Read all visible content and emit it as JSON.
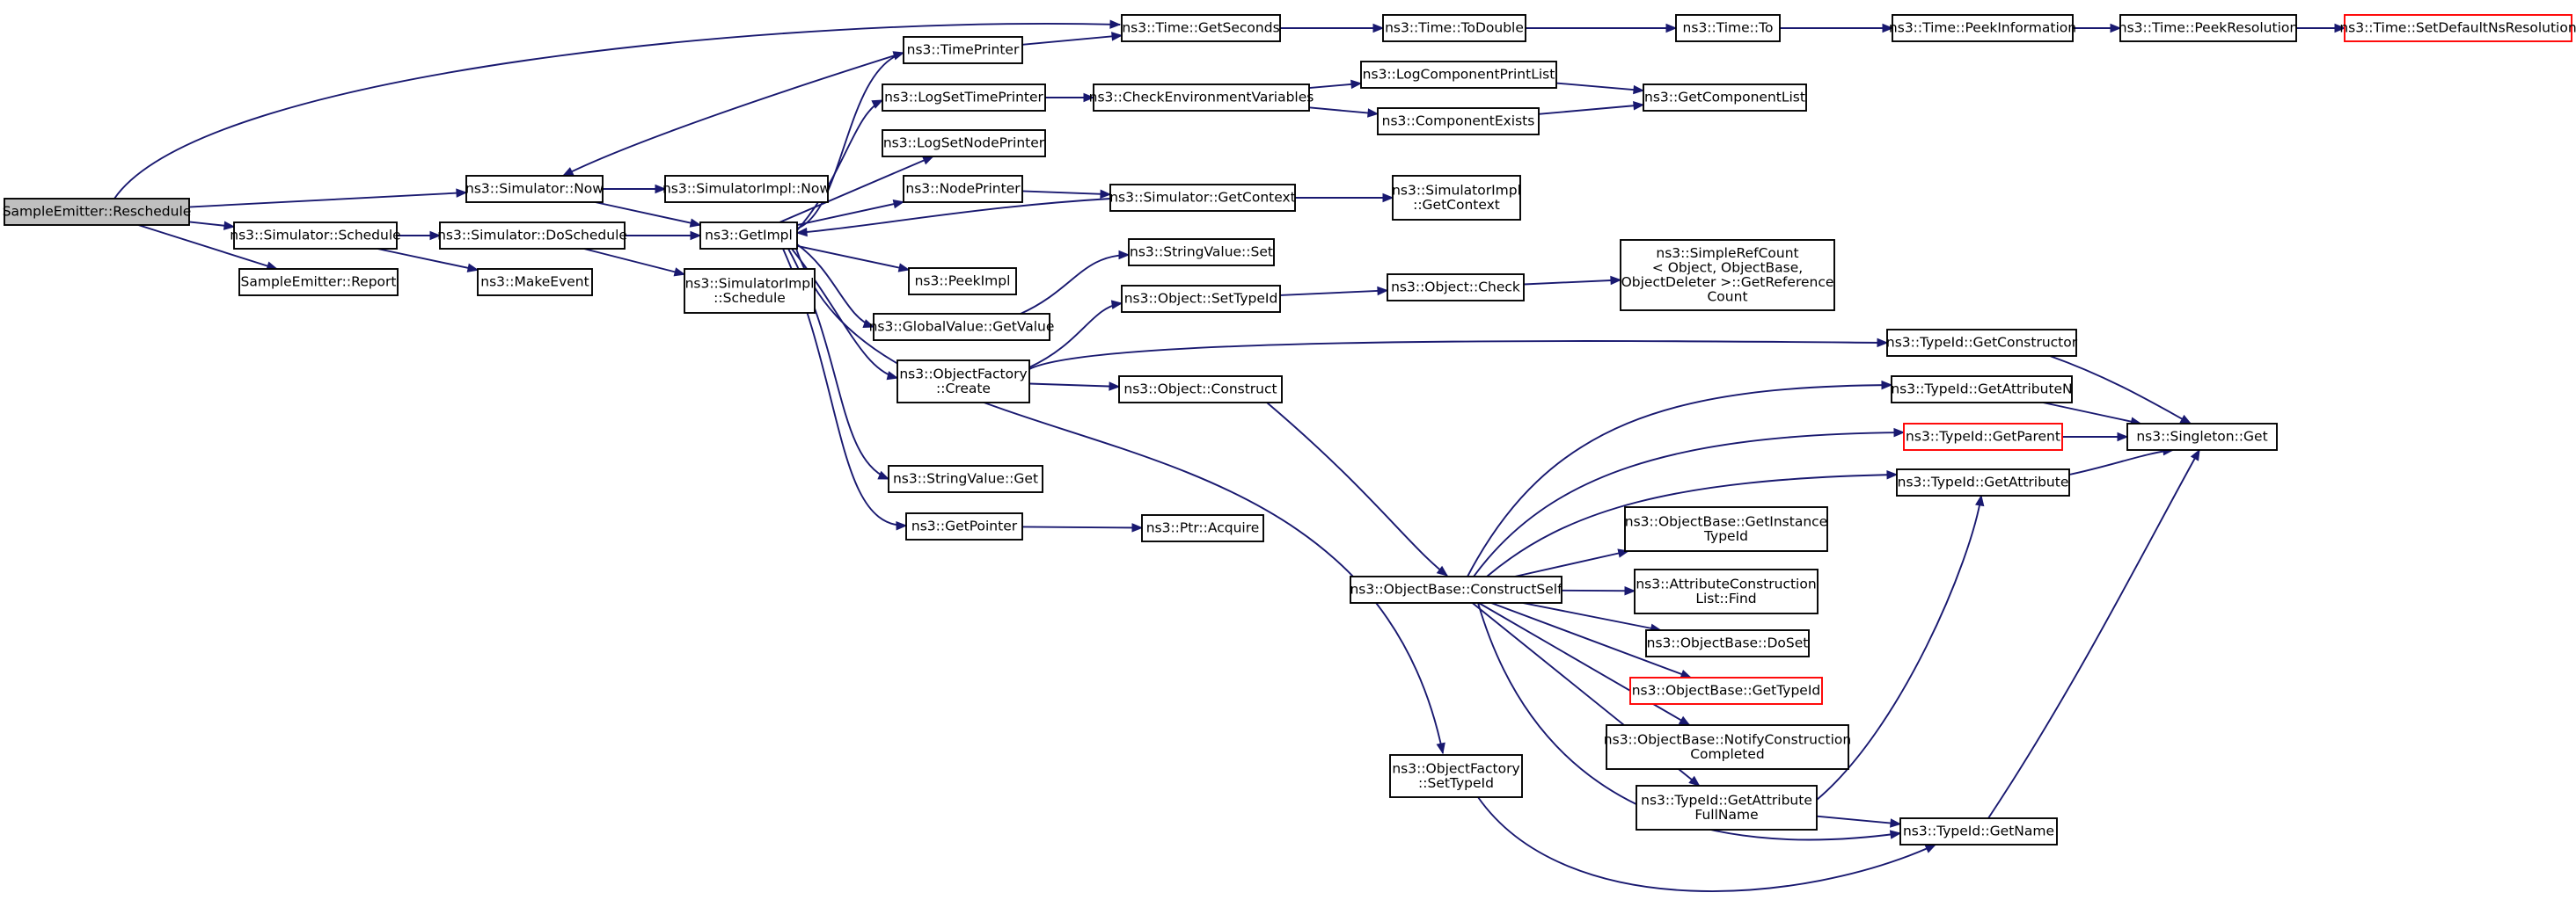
{
  "nodes": [
    {
      "id": "reschedule",
      "lines": [
        "SampleEmitter::Reschedule"
      ],
      "root": true
    },
    {
      "id": "sim_schedule",
      "lines": [
        "ns3::Simulator::Schedule"
      ]
    },
    {
      "id": "report",
      "lines": [
        "SampleEmitter::Report"
      ]
    },
    {
      "id": "sim_now",
      "lines": [
        "ns3::Simulator::Now"
      ]
    },
    {
      "id": "simimpl_now",
      "lines": [
        "ns3::SimulatorImpl::Now"
      ]
    },
    {
      "id": "do_schedule",
      "lines": [
        "ns3::Simulator::DoSchedule"
      ]
    },
    {
      "id": "make_event",
      "lines": [
        "ns3::MakeEvent"
      ]
    },
    {
      "id": "get_impl",
      "lines": [
        "ns3::GetImpl"
      ]
    },
    {
      "id": "simimpl_schedule",
      "lines": [
        "ns3::SimulatorImpl",
        "::Schedule"
      ]
    },
    {
      "id": "time_printer",
      "lines": [
        "ns3::TimePrinter"
      ]
    },
    {
      "id": "log_set_time_printer",
      "lines": [
        "ns3::LogSetTimePrinter"
      ]
    },
    {
      "id": "log_set_node_printer",
      "lines": [
        "ns3::LogSetNodePrinter"
      ]
    },
    {
      "id": "node_printer",
      "lines": [
        "ns3::NodePrinter"
      ]
    },
    {
      "id": "peek_impl",
      "lines": [
        "ns3::PeekImpl"
      ]
    },
    {
      "id": "global_get_value",
      "lines": [
        "ns3::GlobalValue::GetValue"
      ]
    },
    {
      "id": "object_factory_create",
      "lines": [
        "ns3::ObjectFactory",
        "::Create"
      ]
    },
    {
      "id": "string_value_get",
      "lines": [
        "ns3::StringValue::Get"
      ]
    },
    {
      "id": "get_pointer",
      "lines": [
        "ns3::GetPointer"
      ]
    },
    {
      "id": "time_get_seconds",
      "lines": [
        "ns3::Time::GetSeconds"
      ]
    },
    {
      "id": "time_to_double",
      "lines": [
        "ns3::Time::ToDouble"
      ]
    },
    {
      "id": "time_to",
      "lines": [
        "ns3::Time::To"
      ]
    },
    {
      "id": "time_peek_information",
      "lines": [
        "ns3::Time::PeekInformation"
      ]
    },
    {
      "id": "time_peek_resolution",
      "lines": [
        "ns3::Time::PeekResolution"
      ]
    },
    {
      "id": "time_set_default",
      "lines": [
        "ns3::Time::SetDefaultNsResolution"
      ],
      "truncated": true
    },
    {
      "id": "check_env_vars",
      "lines": [
        "ns3::CheckEnvironmentVariables"
      ]
    },
    {
      "id": "log_component_print_list",
      "lines": [
        "ns3::LogComponentPrintList"
      ]
    },
    {
      "id": "component_exists",
      "lines": [
        "ns3::ComponentExists"
      ]
    },
    {
      "id": "get_component_list",
      "lines": [
        "ns3::GetComponentList"
      ]
    },
    {
      "id": "sim_get_context",
      "lines": [
        "ns3::Simulator::GetContext"
      ]
    },
    {
      "id": "simimpl_get_context",
      "lines": [
        "ns3::SimulatorImpl",
        "::GetContext"
      ]
    },
    {
      "id": "string_value_set",
      "lines": [
        "ns3::StringValue::Set"
      ]
    },
    {
      "id": "object_set_type_id",
      "lines": [
        "ns3::Object::SetTypeId"
      ]
    },
    {
      "id": "object_check",
      "lines": [
        "ns3::Object::Check"
      ]
    },
    {
      "id": "simple_ref_count",
      "lines": [
        "ns3::SimpleRefCount",
        "< Object, ObjectBase,",
        "ObjectDeleter >::GetReference",
        "Count"
      ]
    },
    {
      "id": "object_construct",
      "lines": [
        "ns3::Object::Construct"
      ]
    },
    {
      "id": "ptr_acquire",
      "lines": [
        "ns3::Ptr::Acquire"
      ]
    },
    {
      "id": "typeid_get_constructor",
      "lines": [
        "ns3::TypeId::GetConstructor"
      ]
    },
    {
      "id": "typeid_get_attribute_n",
      "lines": [
        "ns3::TypeId::GetAttributeN"
      ]
    },
    {
      "id": "typeid_get_parent",
      "lines": [
        "ns3::TypeId::GetParent"
      ],
      "truncated": true
    },
    {
      "id": "typeid_get_attribute",
      "lines": [
        "ns3::TypeId::GetAttribute"
      ]
    },
    {
      "id": "singleton_get",
      "lines": [
        "ns3::Singleton::Get"
      ]
    },
    {
      "id": "objbase_get_instance_typeid",
      "lines": [
        "ns3::ObjectBase::GetInstance",
        "TypeId"
      ]
    },
    {
      "id": "objbase_construct_self",
      "lines": [
        "ns3::ObjectBase::ConstructSelf"
      ]
    },
    {
      "id": "attr_construction_find",
      "lines": [
        "ns3::AttributeConstruction",
        "List::Find"
      ]
    },
    {
      "id": "objbase_do_set",
      "lines": [
        "ns3::ObjectBase::DoSet"
      ]
    },
    {
      "id": "objbase_get_typeid",
      "lines": [
        "ns3::ObjectBase::GetTypeId"
      ],
      "truncated": true
    },
    {
      "id": "objbase_notify_construction",
      "lines": [
        "ns3::ObjectBase::NotifyConstruction",
        "Completed"
      ]
    },
    {
      "id": "object_factory_set_typeid",
      "lines": [
        "ns3::ObjectFactory",
        "::SetTypeId"
      ]
    },
    {
      "id": "typeid_get_attribute_fullname",
      "lines": [
        "ns3::TypeId::GetAttribute",
        "FullName"
      ]
    },
    {
      "id": "typeid_get_name",
      "lines": [
        "ns3::TypeId::GetName"
      ]
    }
  ],
  "edges": [
    [
      "reschedule",
      "time_get_seconds"
    ],
    [
      "reschedule",
      "sim_now"
    ],
    [
      "reschedule",
      "sim_schedule"
    ],
    [
      "reschedule",
      "report"
    ],
    [
      "sim_schedule",
      "do_schedule"
    ],
    [
      "sim_schedule",
      "make_event"
    ],
    [
      "sim_now",
      "simimpl_now"
    ],
    [
      "sim_now",
      "get_impl"
    ],
    [
      "do_schedule",
      "get_impl"
    ],
    [
      "do_schedule",
      "simimpl_schedule"
    ],
    [
      "time_printer",
      "time_get_seconds"
    ],
    [
      "time_printer",
      "sim_now"
    ],
    [
      "get_impl",
      "time_printer"
    ],
    [
      "get_impl",
      "log_set_time_printer"
    ],
    [
      "get_impl",
      "log_set_node_printer"
    ],
    [
      "get_impl",
      "node_printer"
    ],
    [
      "get_impl",
      "peek_impl"
    ],
    [
      "get_impl",
      "global_get_value"
    ],
    [
      "get_impl",
      "object_factory_create"
    ],
    [
      "get_impl",
      "string_value_get"
    ],
    [
      "get_impl",
      "get_pointer"
    ],
    [
      "get_impl",
      "object_factory_set_typeid"
    ],
    [
      "node_printer",
      "sim_get_context"
    ],
    [
      "sim_get_context",
      "get_impl"
    ],
    [
      "sim_get_context",
      "simimpl_get_context"
    ],
    [
      "log_set_time_printer",
      "check_env_vars"
    ],
    [
      "check_env_vars",
      "log_component_print_list"
    ],
    [
      "check_env_vars",
      "component_exists"
    ],
    [
      "log_component_print_list",
      "get_component_list"
    ],
    [
      "component_exists",
      "get_component_list"
    ],
    [
      "global_get_value",
      "string_value_set"
    ],
    [
      "object_factory_create",
      "object_set_type_id"
    ],
    [
      "object_factory_create",
      "object_construct"
    ],
    [
      "object_factory_create",
      "typeid_get_constructor"
    ],
    [
      "object_set_type_id",
      "object_check"
    ],
    [
      "object_check",
      "simple_ref_count"
    ],
    [
      "get_pointer",
      "ptr_acquire"
    ],
    [
      "object_construct",
      "objbase_construct_self"
    ],
    [
      "time_get_seconds",
      "time_to_double"
    ],
    [
      "time_to_double",
      "time_to"
    ],
    [
      "time_to",
      "time_peek_information"
    ],
    [
      "time_peek_information",
      "time_peek_resolution"
    ],
    [
      "time_peek_resolution",
      "time_set_default"
    ],
    [
      "typeid_get_constructor",
      "singleton_get"
    ],
    [
      "typeid_get_attribute_n",
      "singleton_get"
    ],
    [
      "typeid_get_parent",
      "singleton_get"
    ],
    [
      "typeid_get_attribute",
      "singleton_get"
    ],
    [
      "objbase_construct_self",
      "typeid_get_attribute_n"
    ],
    [
      "objbase_construct_self",
      "typeid_get_parent"
    ],
    [
      "objbase_construct_self",
      "typeid_get_attribute"
    ],
    [
      "objbase_construct_self",
      "objbase_get_instance_typeid"
    ],
    [
      "objbase_construct_self",
      "attr_construction_find"
    ],
    [
      "objbase_construct_self",
      "objbase_do_set"
    ],
    [
      "objbase_construct_self",
      "objbase_get_typeid"
    ],
    [
      "objbase_construct_self",
      "objbase_notify_construction"
    ],
    [
      "objbase_construct_self",
      "typeid_get_attribute_fullname"
    ],
    [
      "objbase_construct_self",
      "typeid_get_name"
    ],
    [
      "typeid_get_attribute_fullname",
      "typeid_get_attribute"
    ],
    [
      "typeid_get_attribute_fullname",
      "typeid_get_name"
    ],
    [
      "typeid_get_name",
      "singleton_get"
    ],
    [
      "object_factory_set_typeid",
      "typeid_get_name"
    ]
  ]
}
